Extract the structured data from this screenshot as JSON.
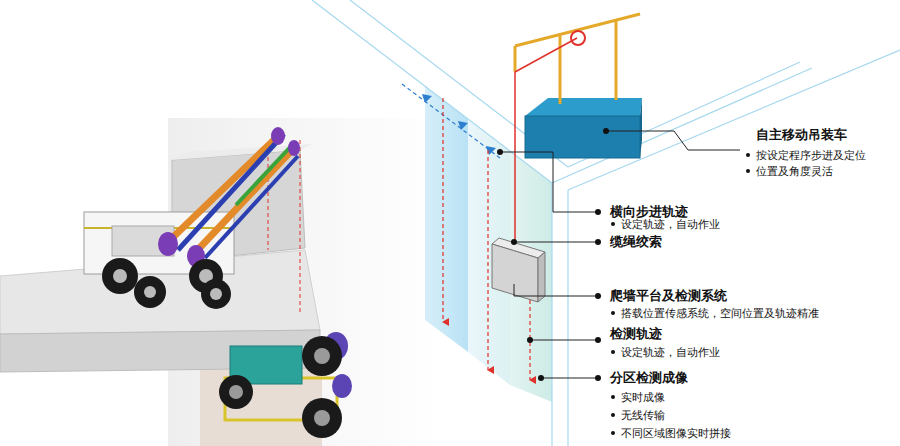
{
  "diagram": {
    "labels": [
      "自主移动吊装车",
      "按设定程序步进及定位",
      "位置及角度灵活",
      "横向步进轨迹",
      "设定轨迹，自动作业",
      "缆绳绞索",
      "爬墙平台及检测系统",
      "搭载位置传感系统，空间位置及轨迹精准",
      "检测轨迹",
      "设定轨迹，自动作业",
      "分区检测成像",
      "实时成像",
      "无线传输",
      "不同区域图像实时拼接"
    ]
  }
}
